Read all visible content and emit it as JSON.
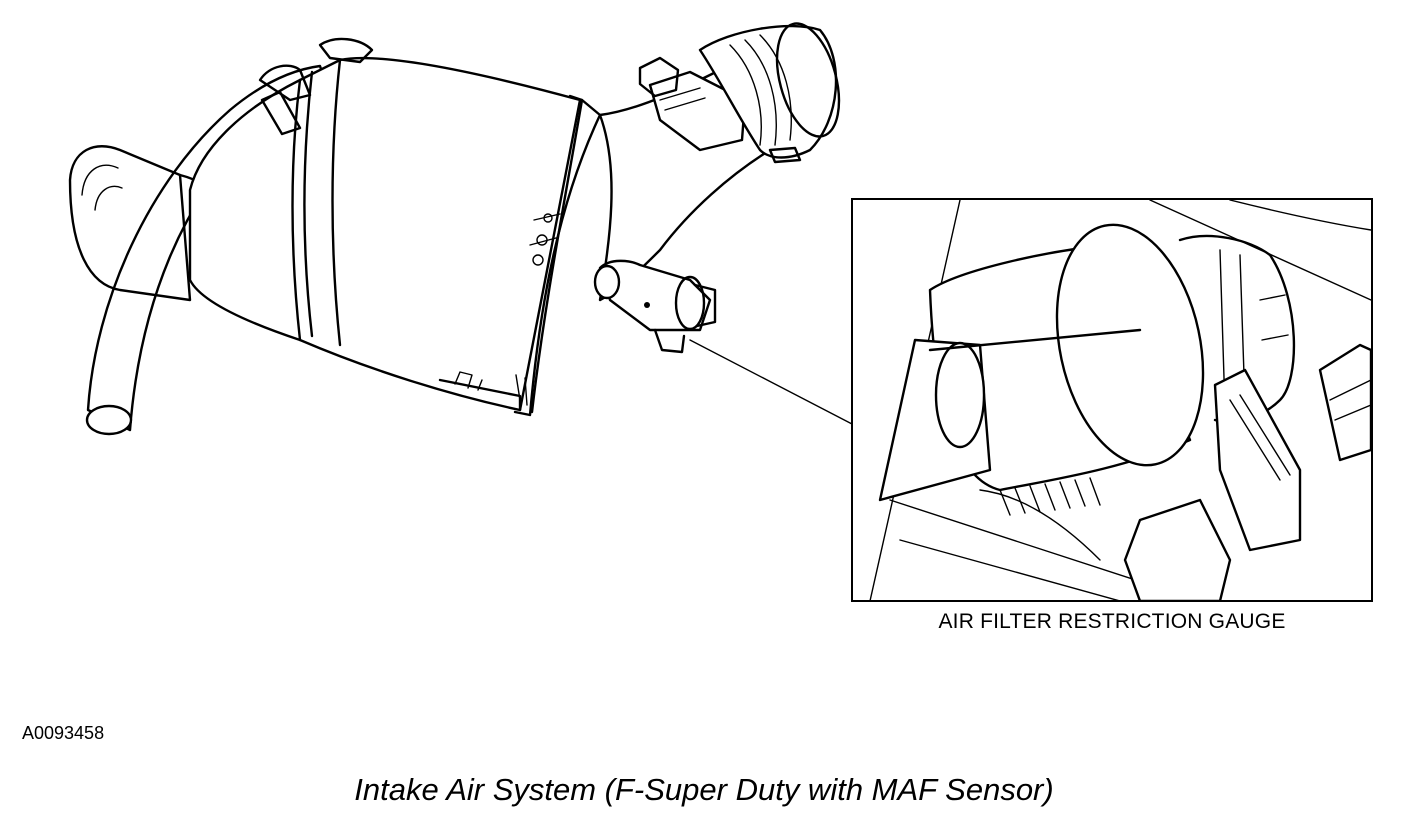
{
  "inset": {
    "label": "AIR FILTER RESTRICTION GAUGE"
  },
  "figure": {
    "id": "A0093458",
    "caption": "Intake Air System (F-Super Duty with MAF Sensor)"
  },
  "icons": [
    "air-cleaner-assembly",
    "maf-sensor",
    "restriction-gauge-icon",
    "leader-line"
  ]
}
